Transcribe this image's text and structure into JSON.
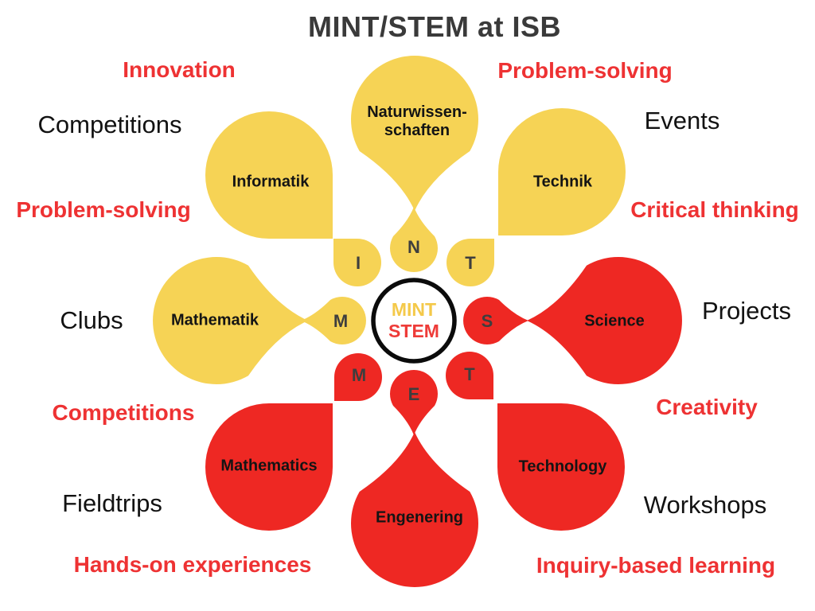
{
  "title": "MINT/STEM at ISB",
  "colors": {
    "yellow": "#f6d355",
    "red": "#ee2823",
    "red_text": "#ee3233",
    "letter_gray": "#3e3e3e",
    "center_mint": "#f4c94a",
    "center_stem": "#ee3b38",
    "ring_black": "#0b0b0b"
  },
  "center": {
    "line1": "MINT",
    "line2": "STEM"
  },
  "petals": [
    {
      "id": "naturwissenschaften",
      "line1": "Naturwissen-",
      "line2": "schaften",
      "color": "yellow"
    },
    {
      "id": "informatik",
      "label": "Informatik",
      "color": "yellow"
    },
    {
      "id": "technik",
      "label": "Technik",
      "color": "yellow"
    },
    {
      "id": "mathematik",
      "label": "Mathematik",
      "color": "yellow"
    },
    {
      "id": "science",
      "label": "Science",
      "color": "red"
    },
    {
      "id": "mathematics",
      "label": "Mathematics",
      "color": "red"
    },
    {
      "id": "technology",
      "label": "Technology",
      "color": "red"
    },
    {
      "id": "engenering",
      "label": "Engenering",
      "color": "red"
    }
  ],
  "drops": {
    "n": "N",
    "i": "I",
    "t_top": "T",
    "m_left": "M",
    "s": "S",
    "m_bottom": "M",
    "t_bottom": "T",
    "e": "E"
  },
  "outer_labels": [
    {
      "text": "Innovation",
      "tone": "red"
    },
    {
      "text": "Problem-solving",
      "tone": "red"
    },
    {
      "text": "Competitions",
      "tone": "black"
    },
    {
      "text": "Events",
      "tone": "black"
    },
    {
      "text": "Problem-solving",
      "tone": "red"
    },
    {
      "text": "Critical thinking",
      "tone": "red"
    },
    {
      "text": "Clubs",
      "tone": "black"
    },
    {
      "text": "Projects",
      "tone": "black"
    },
    {
      "text": "Competitions",
      "tone": "red"
    },
    {
      "text": "Creativity",
      "tone": "red"
    },
    {
      "text": "Fieldtrips",
      "tone": "black"
    },
    {
      "text": "Workshops",
      "tone": "black"
    },
    {
      "text": "Hands-on experiences",
      "tone": "red"
    },
    {
      "text": "Inquiry-based learning",
      "tone": "red"
    }
  ]
}
